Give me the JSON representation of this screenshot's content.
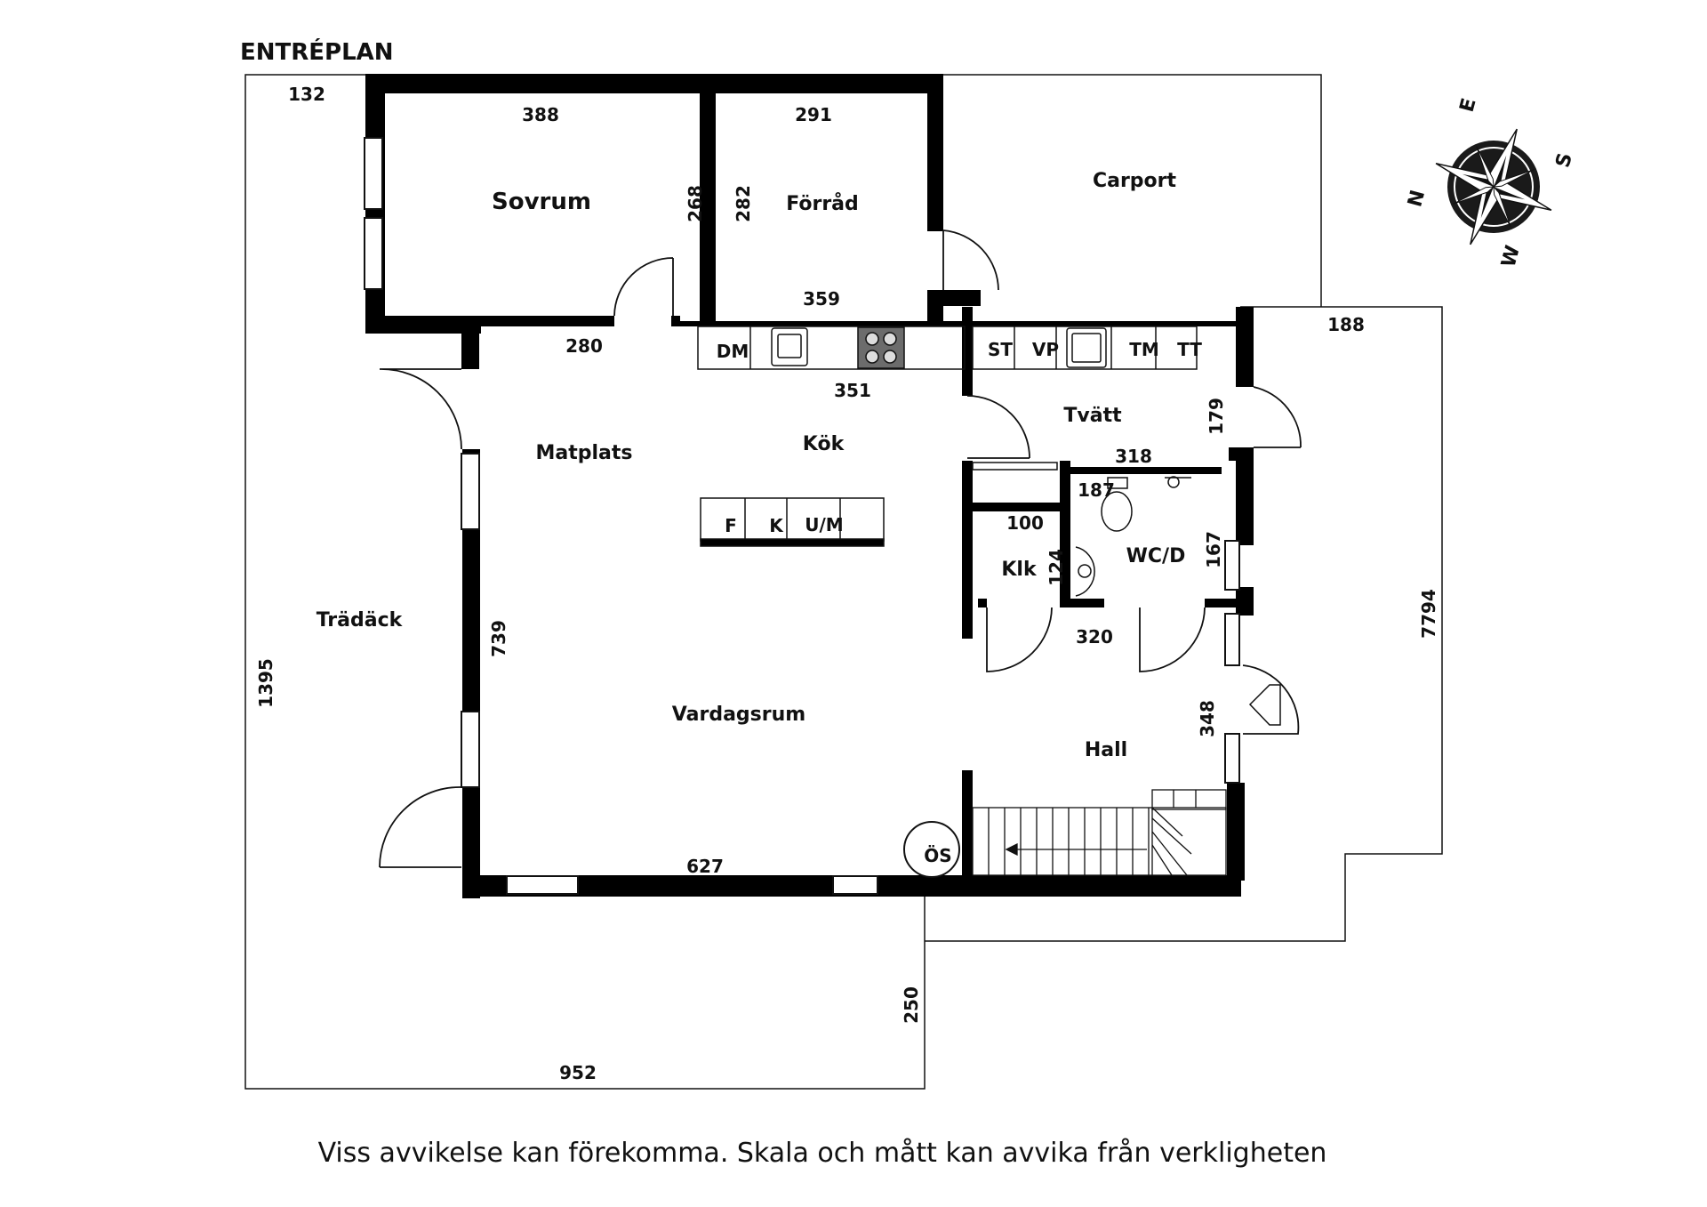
{
  "title": "ENTRÉPLAN",
  "rooms": {
    "sovrum": "Sovrum",
    "forrad": "Förråd",
    "carport": "Carport",
    "matplats": "Matplats",
    "kok": "Kök",
    "tvatt": "Tvätt",
    "tradack": "Trädäck",
    "vardagsrum": "Vardagsrum",
    "klk": "Klk",
    "wcd": "WC/D",
    "hall": "Hall"
  },
  "appliances": {
    "dm": "DM",
    "st": "ST",
    "vp": "VP",
    "tm": "TM",
    "tt": "TT",
    "f": "F",
    "k": "K",
    "um": "U/M",
    "os": "ÖS"
  },
  "dimensions": {
    "d132": "132",
    "d388": "388",
    "d291": "291",
    "d268": "268",
    "d282": "282",
    "d359": "359",
    "d280": "280",
    "d351": "351",
    "d188": "188",
    "d179": "179",
    "d318": "318",
    "d187": "187",
    "d100": "100",
    "d124": "124",
    "d167": "167",
    "d320": "320",
    "d739": "739",
    "d1395": "1395",
    "d7794": "7794",
    "d348": "348",
    "d627": "627",
    "d250": "250",
    "d952": "952"
  },
  "compass": {
    "n": "N",
    "e": "E",
    "s": "S",
    "w": "W"
  },
  "disclaimer": "Viss avvikelse kan förekomma. Skala och mått kan avvika från verkligheten"
}
